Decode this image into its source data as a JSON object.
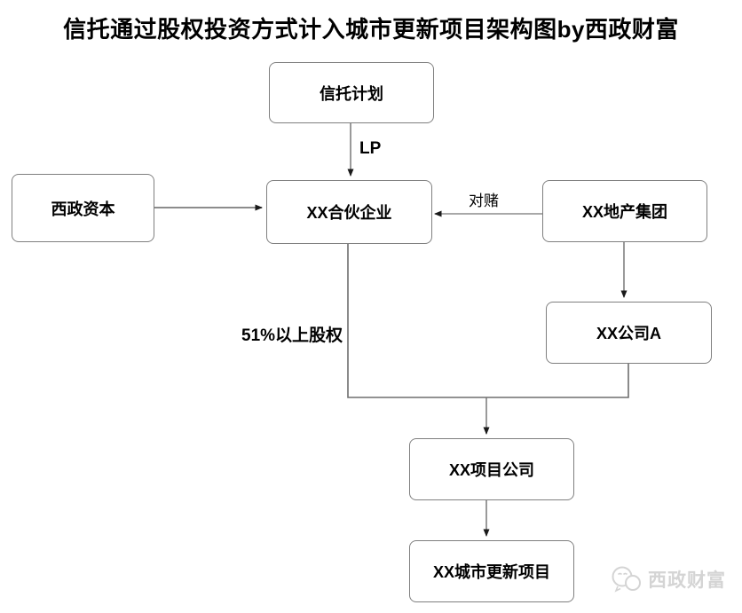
{
  "title": "信托通过股权投资方式计入城市更新项目架构图by西政财富",
  "diagram": {
    "nodes": [
      {
        "id": "trust-plan",
        "label": "信托计划"
      },
      {
        "id": "xizheng-capital",
        "label": "西政资本"
      },
      {
        "id": "partnership",
        "label": "XX合伙企业"
      },
      {
        "id": "real-estate-group",
        "label": "XX地产集团"
      },
      {
        "id": "company-a",
        "label": "XX公司A"
      },
      {
        "id": "project-company",
        "label": "XX项目公司"
      },
      {
        "id": "urban-renewal-project",
        "label": "XX城市更新项目"
      }
    ],
    "edges": [
      {
        "from": "信托计划",
        "to": "XX合伙企业",
        "label": "LP",
        "style": "arrow-down"
      },
      {
        "from": "西政资本",
        "to": "XX合伙企业",
        "label": "",
        "style": "arrow-right"
      },
      {
        "from": "XX地产集团",
        "to": "XX合伙企业",
        "label": "对赌",
        "style": "arrow-left"
      },
      {
        "from": "XX地产集团",
        "to": "XX公司A",
        "label": "",
        "style": "arrow-down"
      },
      {
        "from": "XX合伙企业 + XX公司A",
        "to": "XX项目公司",
        "label": "51%以上股权",
        "style": "elbow-join-arrow-down"
      },
      {
        "from": "XX项目公司",
        "to": "XX城市更新项目",
        "label": "",
        "style": "arrow-down"
      }
    ],
    "edge_labels": {
      "lp": "LP",
      "bet": "对赌",
      "equity": "51%以上股权"
    }
  },
  "watermark": {
    "icon": "wechat-chat-bubbles-icon",
    "text": "西政财富"
  },
  "colors": {
    "background": "#ffffff",
    "box_border": "#7f7f7f",
    "line": "#6e6e6e",
    "arrowhead": "#1a1a1a",
    "text": "#000000",
    "watermark": "#d4d4d4"
  }
}
